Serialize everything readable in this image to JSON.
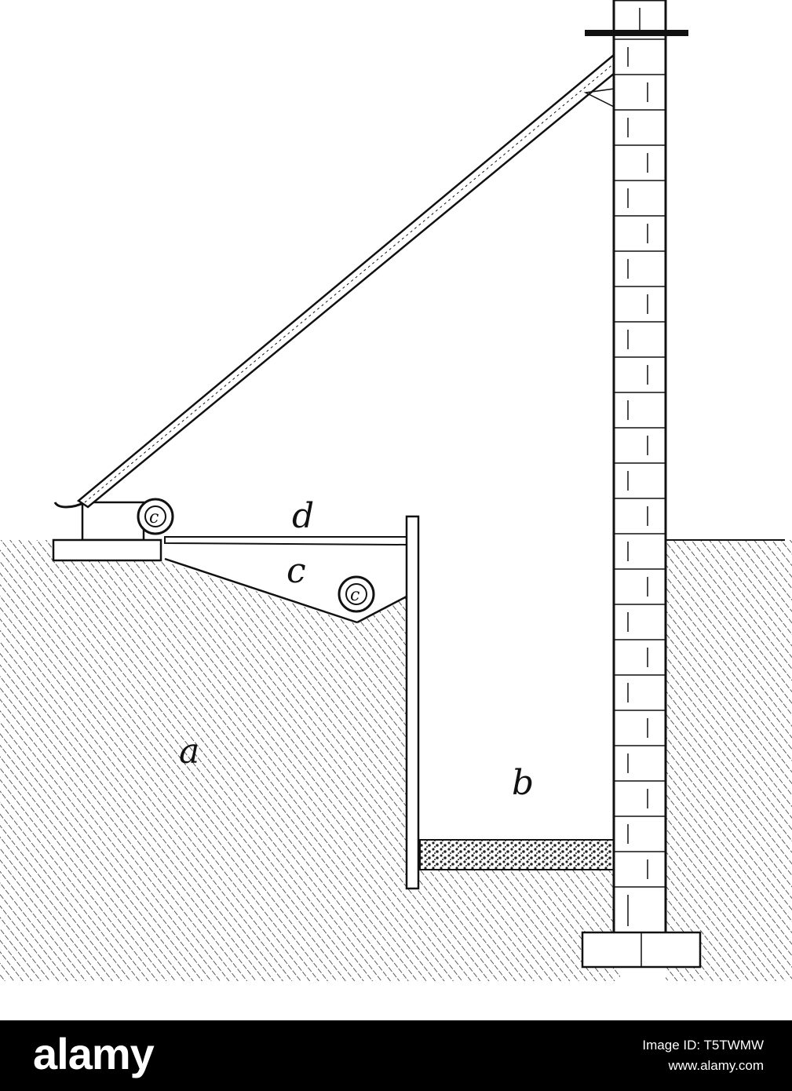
{
  "diagram": {
    "labels": {
      "a": "a",
      "b": "b",
      "c": "c",
      "d": "d",
      "roller_upper": "c",
      "roller_lower": "c"
    }
  },
  "footer": {
    "brand": "alamy",
    "image_id": "Image ID: T5TWMW",
    "site": "www.alamy.com"
  }
}
